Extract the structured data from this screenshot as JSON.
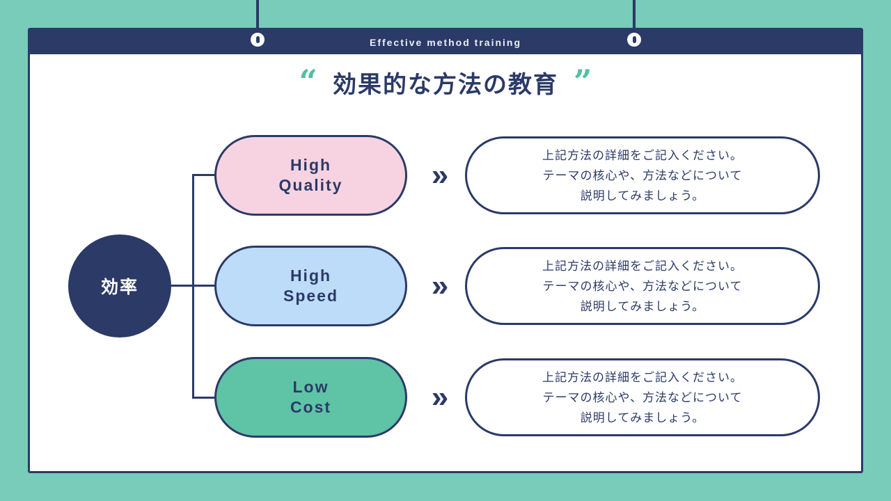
{
  "colors": {
    "background": "#79CBBA",
    "navy": "#2B3A67",
    "accent_teal": "#53BFA4",
    "pill_pink": "#F7D3E1",
    "pill_blue": "#BDDCFA",
    "pill_green": "#5FC3A6",
    "card_bg": "#FFFFFF"
  },
  "header": {
    "title": "Effective method training"
  },
  "title": {
    "quote_open": "“",
    "text": "効果的な方法の教育",
    "quote_close": "”"
  },
  "hub": {
    "label": "効率"
  },
  "arrow": "»",
  "rows": [
    {
      "label_lines": [
        "High",
        "Quality"
      ],
      "pill_color": "#F7D3E1",
      "desc_lines": [
        "上記方法の詳細をご記入ください。",
        "テーマの核心や、方法などについて",
        "説明してみましょう。"
      ]
    },
    {
      "label_lines": [
        "High",
        "Speed"
      ],
      "pill_color": "#BDDCFA",
      "desc_lines": [
        "上記方法の詳細をご記入ください。",
        "テーマの核心や、方法などについて",
        "説明してみましょう。"
      ]
    },
    {
      "label_lines": [
        "Low",
        "Cost"
      ],
      "pill_color": "#5FC3A6",
      "desc_lines": [
        "上記方法の詳細をご記入ください。",
        "テーマの核心や、方法などについて",
        "説明してみましょう。"
      ]
    }
  ]
}
